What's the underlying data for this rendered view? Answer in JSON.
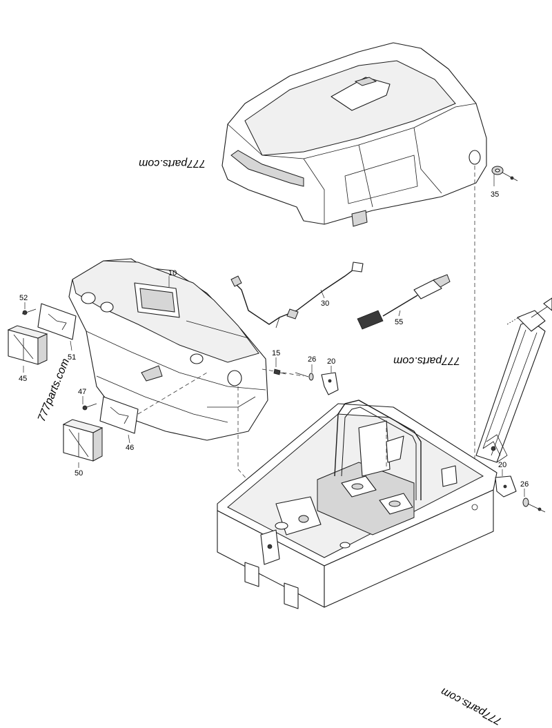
{
  "callouts": {
    "c10": "10",
    "c15": "15",
    "c20a": "20",
    "c20b": "20",
    "c26a": "26",
    "c26b": "26",
    "c30": "30",
    "c35": "35",
    "c45": "45",
    "c46": "46",
    "c47": "47",
    "c50": "50",
    "c51": "51",
    "c52": "52",
    "c55": "55"
  },
  "watermarks": {
    "top": "777parts.com",
    "middle": "777parts.com",
    "left": "777parts.com",
    "bottom": "777parts.com"
  }
}
